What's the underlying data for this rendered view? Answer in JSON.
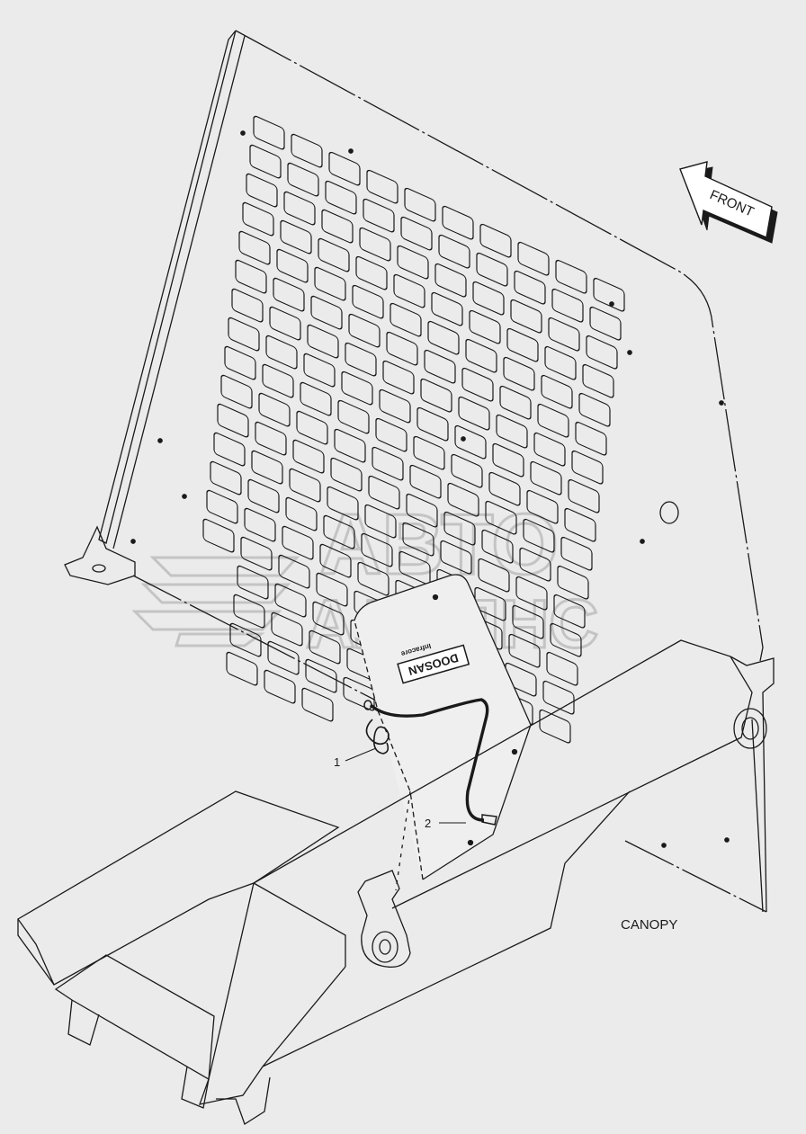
{
  "diagram": {
    "caption": "CANOPY",
    "front_arrow_label": "FRONT",
    "callouts": [
      {
        "id": "callout-1",
        "label": "1"
      },
      {
        "id": "callout-2",
        "label": "2"
      }
    ],
    "decal_brand": "DOOSAN",
    "decal_subtext": "Infracore",
    "watermark": {
      "line1": "АВТО",
      "line2": "АЛЬЯНС"
    },
    "colors": {
      "background": "#ebebeb",
      "line": "#1a1a1a",
      "watermark": "#c8c8c8"
    }
  }
}
